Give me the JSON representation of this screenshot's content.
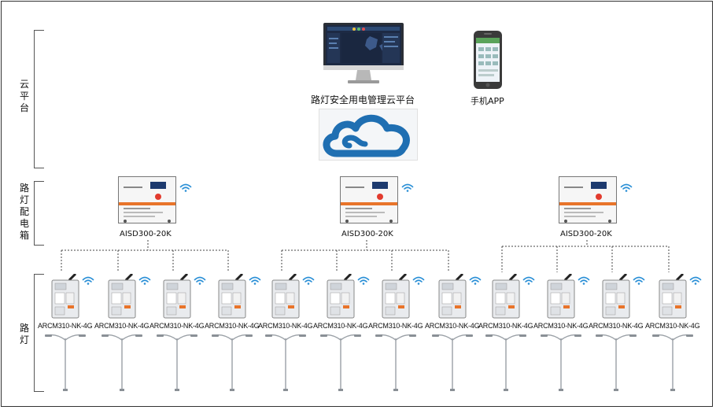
{
  "sections": {
    "cloud": "云平台",
    "distribution": "路灯配电箱",
    "streetlight": "路灯"
  },
  "platform": {
    "monitor_label": "路灯安全用电管理云平台",
    "phone_label": "手机APP"
  },
  "cabinets": [
    {
      "model": "AISD300-20K"
    },
    {
      "model": "AISD300-20K"
    },
    {
      "model": "AISD300-20K"
    }
  ],
  "meters": [
    {
      "model": "ARCM310-NK-4G"
    },
    {
      "model": "ARCM310-NK-4G"
    },
    {
      "model": "ARCM310-NK-4G"
    },
    {
      "model": "ARCM310-NK-4G"
    },
    {
      "model": "ARCM310-NK-4G"
    },
    {
      "model": "ARCM310-NK-4G"
    },
    {
      "model": "ARCM310-NK-4G"
    },
    {
      "model": "ARCM310-NK-4G"
    },
    {
      "model": "ARCM310-NK-4G"
    },
    {
      "model": "ARCM310-NK-4G"
    },
    {
      "model": "ARCM310-NK-4G"
    },
    {
      "model": "ARCM310-NK-4G"
    }
  ],
  "colors": {
    "cloud_blue": "#1f6fb2",
    "screen_dark": "#1d2a44",
    "cabinet_orange": "#e8742a",
    "wifi_blue": "#2a8fd6"
  },
  "icons": [
    "monitor-icon",
    "phone-icon",
    "cloud-icon",
    "wifi-icon",
    "cabinet-icon",
    "meter-icon",
    "street-lamp-icon"
  ]
}
